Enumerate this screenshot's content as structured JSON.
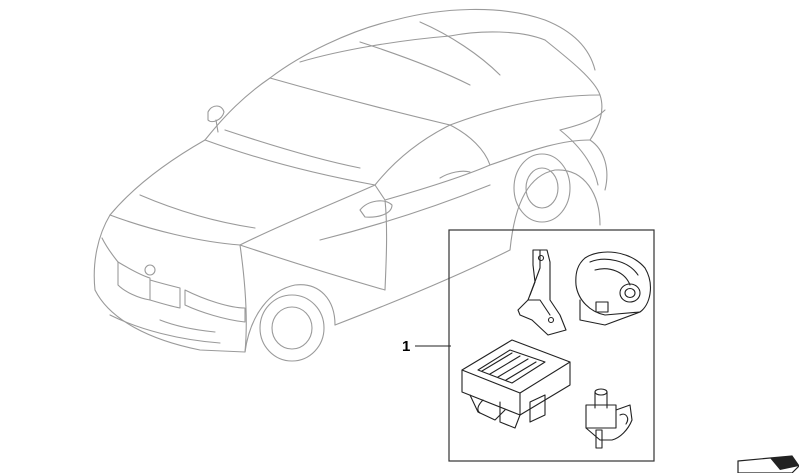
{
  "diagram": {
    "callouts": [
      {
        "label": "1"
      }
    ],
    "icons": {
      "vehicle": "convertible-car-outline",
      "parts": [
        "bracket",
        "alarm-siren",
        "control-unit",
        "tilt-sensor-switch"
      ],
      "navigation": "next-page-arrow-icon"
    }
  }
}
